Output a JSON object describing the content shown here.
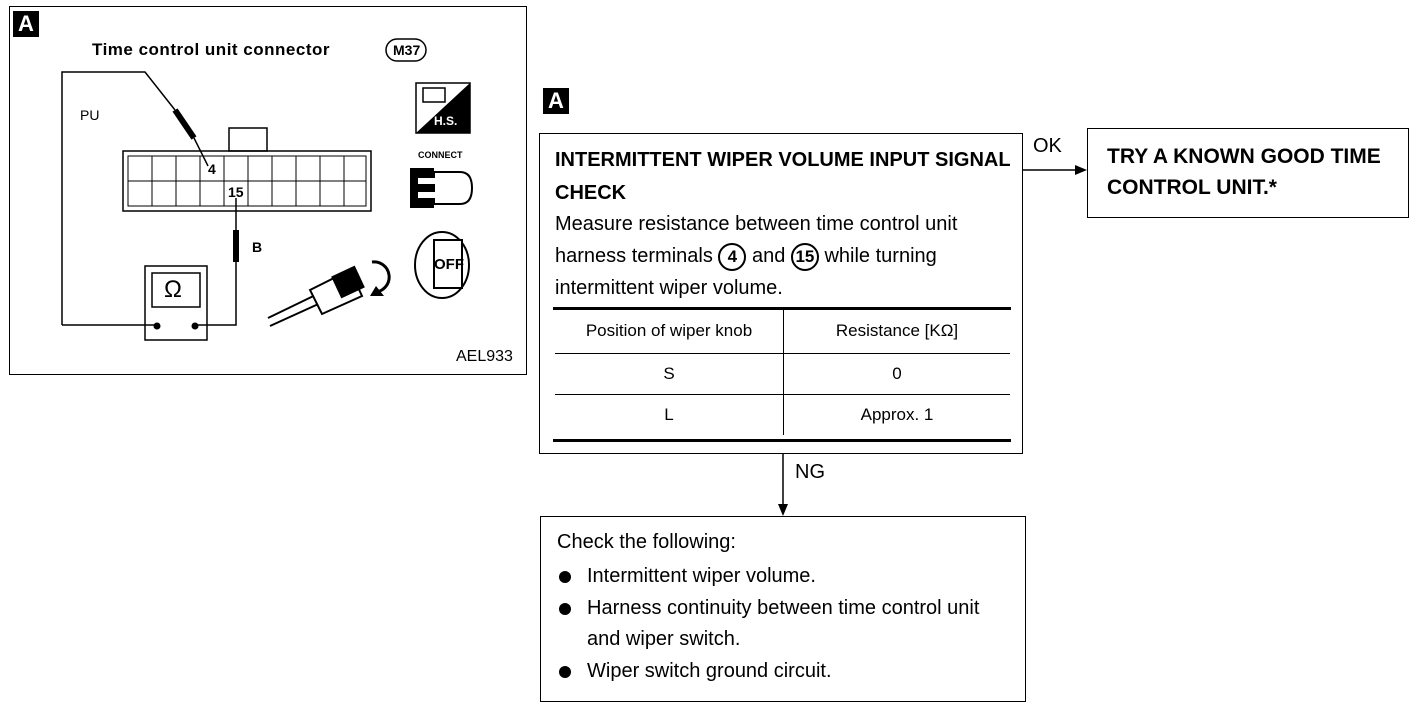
{
  "figure": {
    "tag": "A",
    "connector_title": "Time control unit connector",
    "connector_code": "M37",
    "wire_pu": "PU",
    "wire_b": "B",
    "terminal_4": "4",
    "terminal_15": "15",
    "ohm_symbol": "Ω",
    "hs_label": "H.S.",
    "connect_label": "CONNECT",
    "off_label": "OFF",
    "figure_code": "AEL933"
  },
  "flow": {
    "tag": "A",
    "check": {
      "title": "INTERMITTENT WIPER VOLUME INPUT SIGNAL CHECK",
      "body_pre": "Measure resistance between time control unit harness terminals",
      "terminal_a": "4",
      "and_word": "and",
      "terminal_b": "15",
      "body_post": "while turning intermittent wiper volume.",
      "table": {
        "headers": [
          "Position of wiper knob",
          "Resistance [KΩ]"
        ],
        "rows": [
          [
            "S",
            "0"
          ],
          [
            "L",
            "Approx. 1"
          ]
        ]
      }
    },
    "ok_label": "OK",
    "ok_result": "TRY A KNOWN GOOD TIME CONTROL UNIT.*",
    "ng_label": "NG",
    "ng_check": {
      "lead": "Check the following:",
      "items": [
        "Intermittent wiper volume.",
        "Harness continuity between time control unit and wiper switch.",
        "Wiper switch ground circuit."
      ]
    }
  }
}
